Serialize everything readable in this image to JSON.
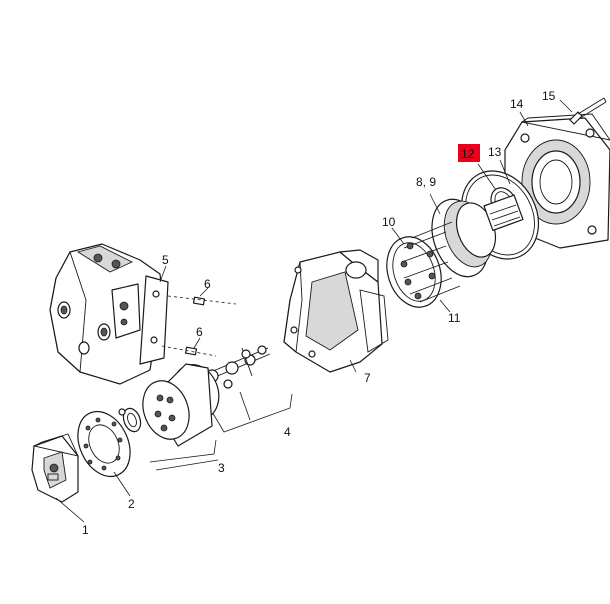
{
  "diagram": {
    "highlight_color": "#e8001c",
    "line_color": "#1a1a1a",
    "labels": {
      "p1": "1",
      "p2": "2",
      "p3": "3",
      "p4": "4",
      "p5": "5",
      "p6a": "6",
      "p6b": "6",
      "p7": "7",
      "p89": "8, 9",
      "p10": "10",
      "p11": "11",
      "p12": "12",
      "p13": "13",
      "p14": "14",
      "p15": "15"
    }
  }
}
